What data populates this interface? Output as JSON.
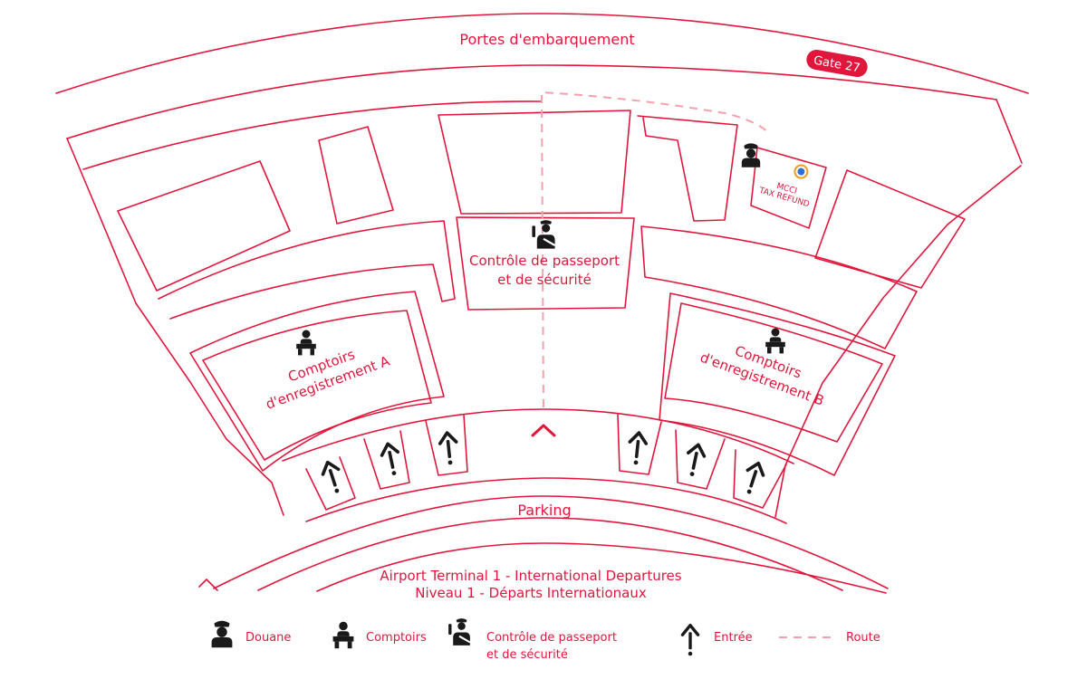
{
  "map": {
    "gates_label": "Portes d'embarquement",
    "gate_badge": "Gate 27",
    "passport_label": [
      "Contrôle de passeport",
      "et de sécurité"
    ],
    "checkin_a": [
      "Comptoirs",
      "d'enregistrement A"
    ],
    "checkin_b": [
      "Comptoirs",
      "d'enregistrement B"
    ],
    "tax_refund": [
      "MCCI",
      "TAX REFUND"
    ],
    "parking_label": "Parking",
    "footer": [
      "Airport Terminal 1 - International Departures",
      "Niveau 1 - Départs Internationaux"
    ]
  },
  "legend": {
    "douane": "Douane",
    "comptoirs": "Comptoirs",
    "controle": [
      "Contrôle de passeport",
      "et de sécurité"
    ],
    "entree": "Entrée",
    "route": "Route"
  },
  "colors": {
    "accent": "#e0173d",
    "route": "#f3a1ad",
    "icon": "#1a1a1a"
  },
  "icons": [
    "customs-officer-icon",
    "check-in-desk-icon",
    "passport-control-icon",
    "entrance-arrow-icon",
    "tax-refund-logo-icon",
    "dashed-route-icon"
  ]
}
